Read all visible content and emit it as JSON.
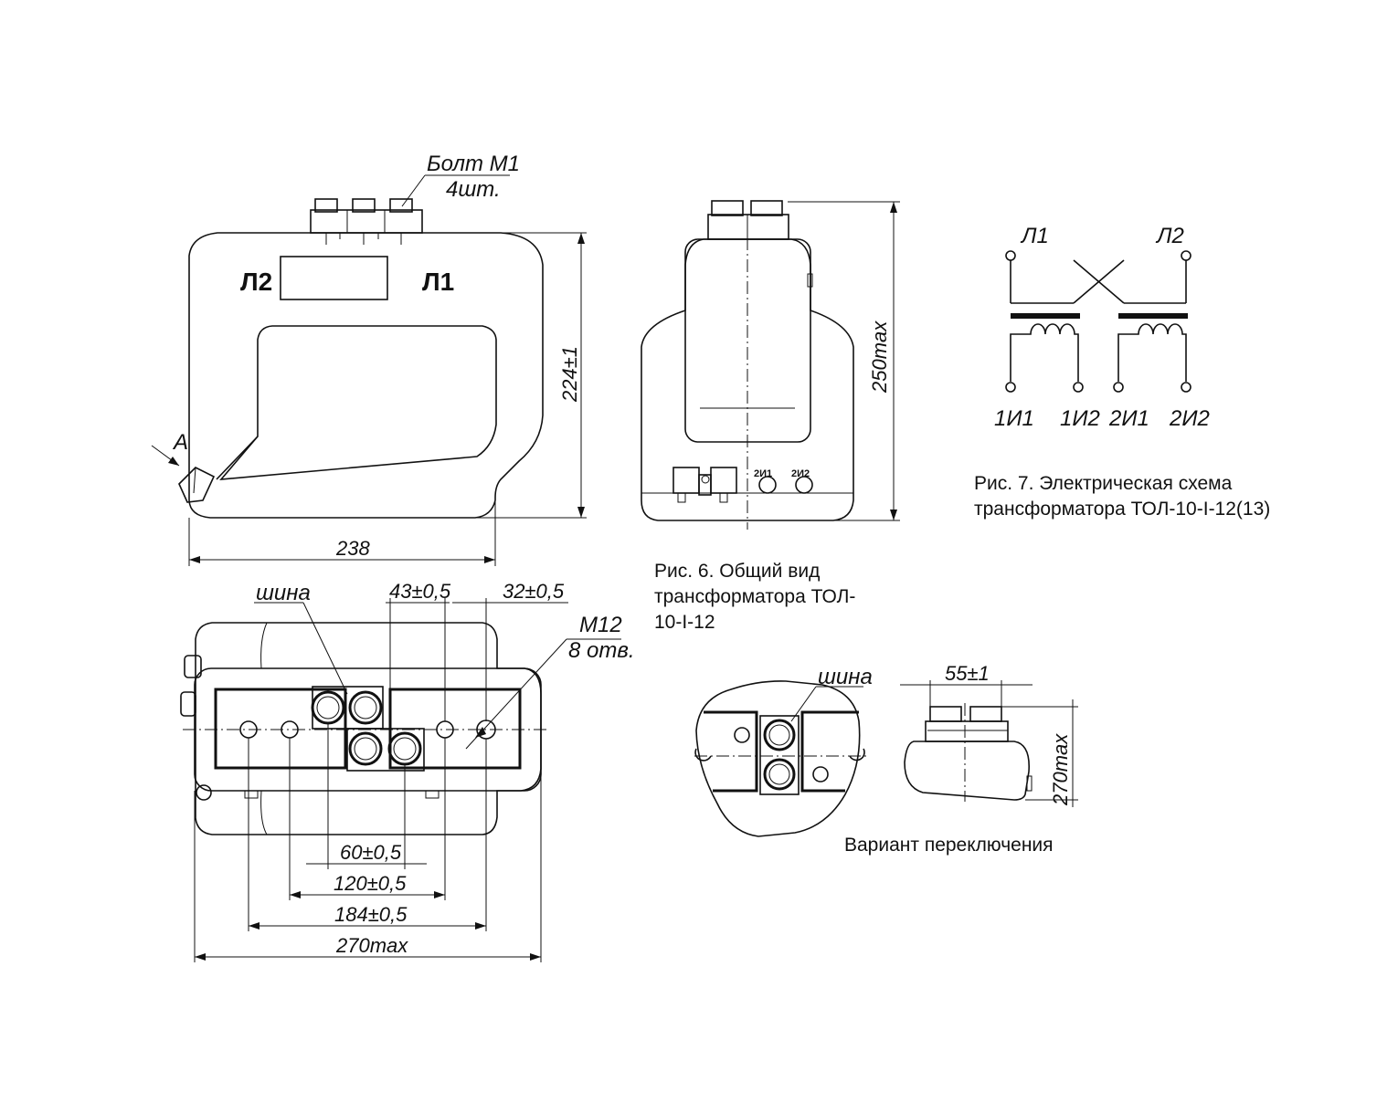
{
  "fig6": {
    "caption_line1": "Рис. 6. Общий вид",
    "caption_line2": "трансформатора ТОЛ-",
    "caption_line3": "10-I-12",
    "bolt_label": "Болт М1",
    "bolt_qty": "4шт.",
    "terminal_l2": "Л2",
    "terminal_l1": "Л1",
    "view_a": "А",
    "dim_height": "224±1",
    "dim_width": "238",
    "dim_side_height": "250max",
    "side_terminal_1": "2И1",
    "side_terminal_2": "2И2",
    "plan_busbar": "шина",
    "plan_dim_43": "43±0,5",
    "plan_dim_32": "32±0,5",
    "plan_hole": "М12",
    "plan_holes_qty": "8 отв.",
    "plan_dim_60": "60±0,5",
    "plan_dim_120": "120±0,5",
    "plan_dim_184": "184±0,5",
    "plan_dim_270": "270max"
  },
  "variant": {
    "caption": "Вариант переключения",
    "busbar": "шина",
    "dim_55": "55±1",
    "dim_270": "270max"
  },
  "fig7": {
    "caption_line1": "Рис. 7. Электрическая схема",
    "caption_line2": "трансформатора ТОЛ-10-I-12(13)",
    "primary_l1": "Л1",
    "primary_l2": "Л2",
    "secondary_1i1": "1И1",
    "secondary_1i2": "1И2",
    "secondary_2i1": "2И1",
    "secondary_2i2": "2И2"
  }
}
